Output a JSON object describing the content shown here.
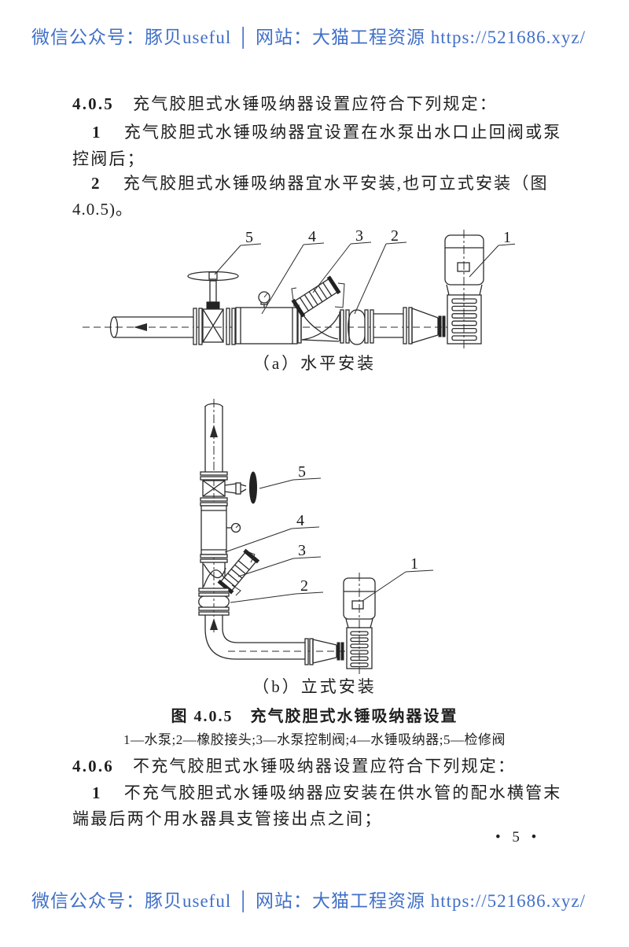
{
  "watermark": {
    "text": "微信公众号：豚贝useful │ 网站：大猫工程资源 https://521686.xyz/",
    "color": "#4170c8"
  },
  "clause405": {
    "num": "4.0.5",
    "title": "充气胶胆式水锤吸纳器设置应符合下列规定：",
    "item1_num": "1",
    "item1_text": "充气胶胆式水锤吸纳器宜设置在水泵出水口止回阀或泵",
    "item1_cont": "控阀后；",
    "item2_num": "2",
    "item2_text": "充气胶胆式水锤吸纳器宜水平安装,也可立式安装（图",
    "item2_cont": "4.0.5)。"
  },
  "figure": {
    "caption_a": "（a）水平安装",
    "caption_b": "（b）立式安装",
    "title": "图 4.0.5　充气胶胆式水锤吸纳器设置",
    "legend": "1—水泵;2—橡胶接头;3—水泵控制阀;4—水锤吸纳器;5—检修阀",
    "callouts": {
      "n1": "1",
      "n2": "2",
      "n3": "3",
      "n4": "4",
      "n5": "5"
    }
  },
  "clause406": {
    "num": "4.0.6",
    "title": "不充气胶胆式水锤吸纳器设置应符合下列规定：",
    "item1_num": "1",
    "item1_text": "不充气胶胆式水锤吸纳器应安装在供水管的配水横管末",
    "item1_cont": "端最后两个用水器具支管接出点之间；"
  },
  "page_number": "• 5 •"
}
